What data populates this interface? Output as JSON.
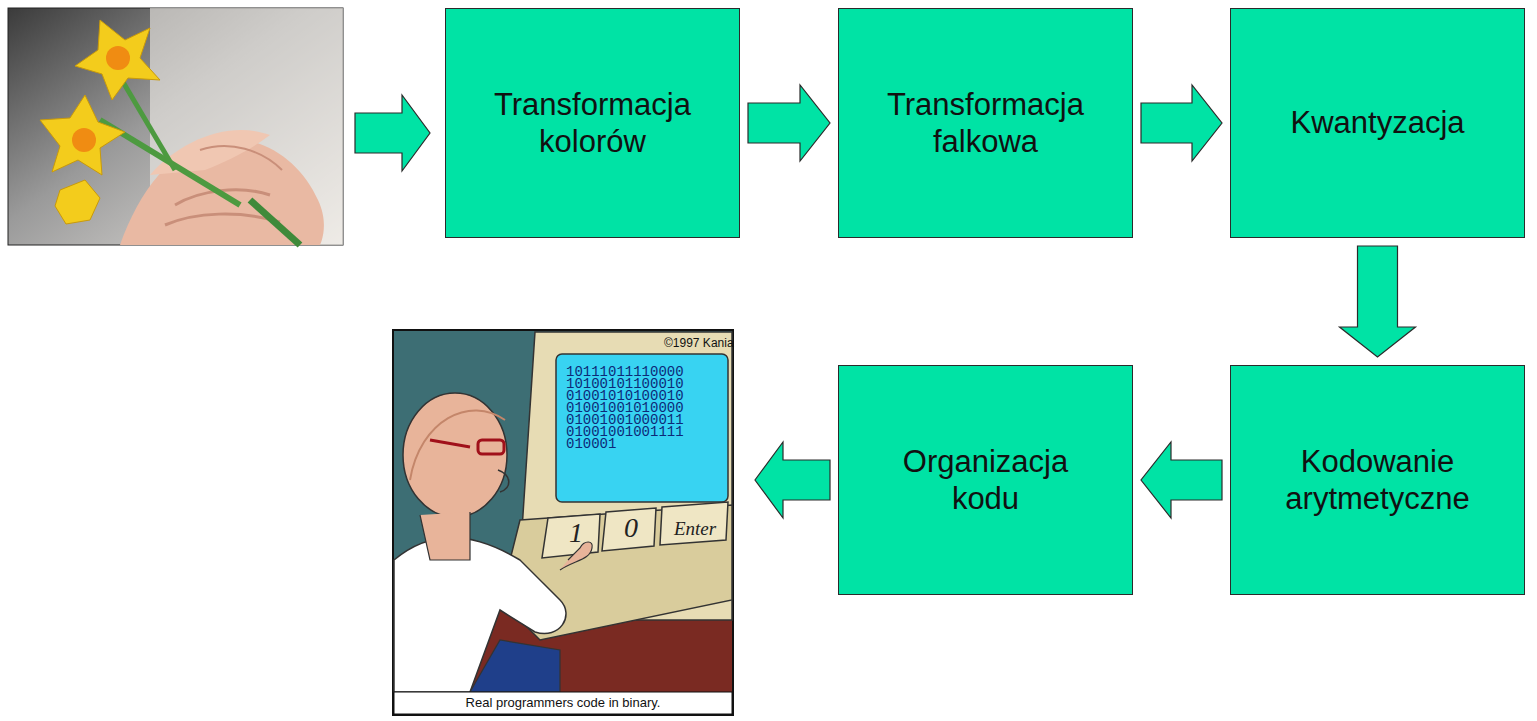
{
  "diagram": {
    "nodes": [
      {
        "text": [
          "Transformacja kolorów"
        ]
      },
      {
        "text": [
          "Transformacja falkowa"
        ]
      },
      {
        "text": [
          "Kwantyzacja"
        ]
      },
      {
        "text": [
          "Kodowanie arytmetyczne"
        ]
      },
      {
        "text": [
          "Organizacja kodu"
        ]
      }
    ],
    "edges": [
      {
        "from": 0,
        "to": 1,
        "arrow": "to"
      },
      {
        "from": 1,
        "to": 2,
        "arrow": "to"
      },
      {
        "from": 2,
        "to": 3,
        "arrow": "to"
      },
      {
        "from": 3,
        "to": 4,
        "arrow": "to"
      }
    ],
    "labels": [
      "©1997 Kania",
      "10111011110000",
      "10100101100010",
      "01001010100010",
      "01001001010000",
      "01001001000011",
      "01001001001111",
      "010001",
      "1",
      "0",
      "Enter",
      "Real programmers code in binary."
    ]
  }
}
